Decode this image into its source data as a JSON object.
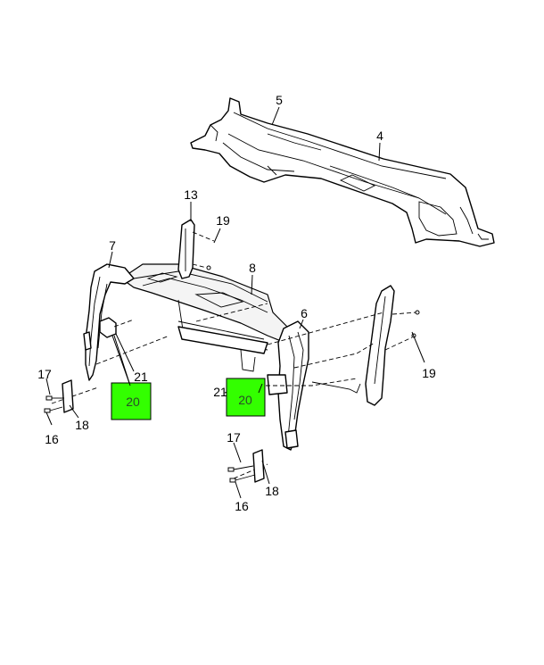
{
  "highlight_color": "#33ff00",
  "callouts": {
    "c4": "4",
    "c5": "5",
    "c6": "6",
    "c7": "7",
    "c8": "8",
    "c13": "13",
    "c16_left": "16",
    "c16_right": "16",
    "c17_left": "17",
    "c17_right": "17",
    "c18_left": "18",
    "c18_right": "18",
    "c19_top": "19",
    "c19_right": "19",
    "c21_left": "21",
    "c21_right": "21"
  },
  "highlighted": {
    "left": "20",
    "right": "20"
  }
}
